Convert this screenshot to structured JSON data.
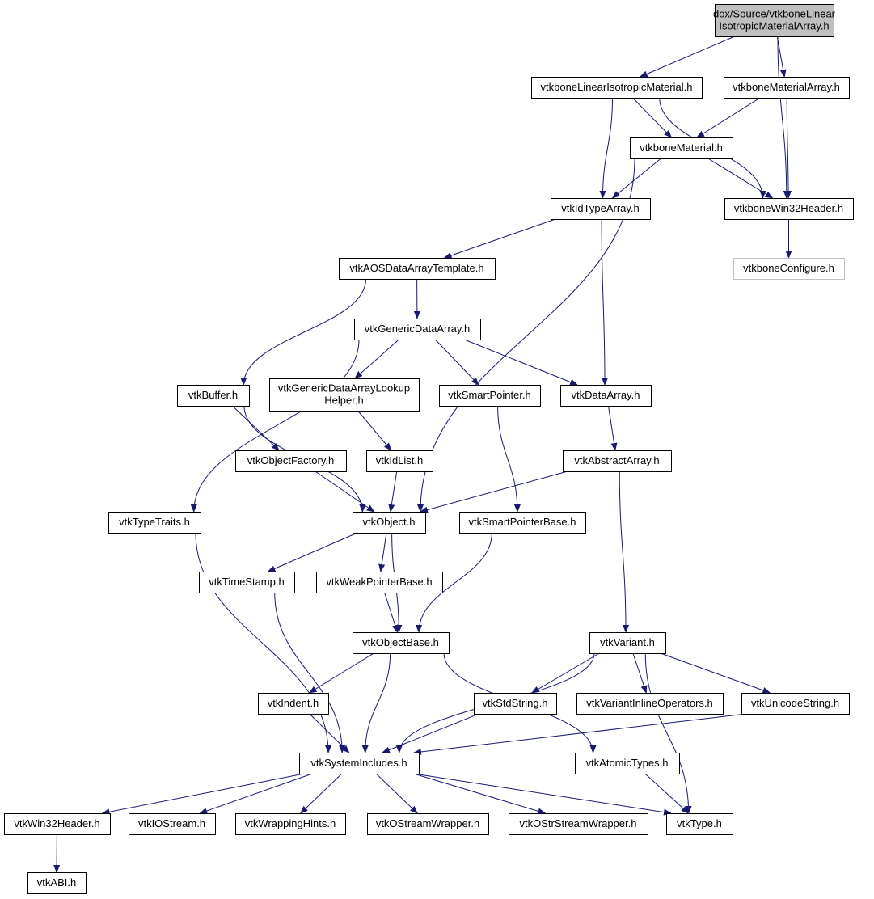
{
  "colors": {
    "edge": "#191970",
    "node_border": "#000000",
    "root_fill": "#bfbfbf",
    "missing_border": "#bfbfbf",
    "text": "#000000"
  },
  "nodes": {
    "root": {
      "lines": [
        "dox/Source/vtkboneLinear",
        "IsotropicMaterialArray.h"
      ],
      "kind": "root"
    },
    "linIso": {
      "lines": [
        "vtkboneLinearIsotropicMaterial.h"
      ]
    },
    "matArr": {
      "lines": [
        "vtkboneMaterialArray.h"
      ]
    },
    "mat": {
      "lines": [
        "vtkboneMaterial.h"
      ]
    },
    "idType": {
      "lines": [
        "vtkIdTypeArray.h"
      ]
    },
    "win32b": {
      "lines": [
        "vtkboneWin32Header.h"
      ]
    },
    "bconf": {
      "lines": [
        "vtkboneConfigure.h"
      ],
      "kind": "missing"
    },
    "aos": {
      "lines": [
        "vtkAOSDataArrayTemplate.h"
      ]
    },
    "gda": {
      "lines": [
        "vtkGenericDataArray.h"
      ]
    },
    "buf": {
      "lines": [
        "vtkBuffer.h"
      ]
    },
    "gdal": {
      "lines": [
        "vtkGenericDataArrayLookup",
        "Helper.h"
      ]
    },
    "sp": {
      "lines": [
        "vtkSmartPointer.h"
      ]
    },
    "da": {
      "lines": [
        "vtkDataArray.h"
      ]
    },
    "of": {
      "lines": [
        "vtkObjectFactory.h"
      ]
    },
    "idl": {
      "lines": [
        "vtkIdList.h"
      ]
    },
    "aa": {
      "lines": [
        "vtkAbstractArray.h"
      ]
    },
    "tt": {
      "lines": [
        "vtkTypeTraits.h"
      ]
    },
    "obj": {
      "lines": [
        "vtkObject.h"
      ]
    },
    "spb": {
      "lines": [
        "vtkSmartPointerBase.h"
      ]
    },
    "ts": {
      "lines": [
        "vtkTimeStamp.h"
      ]
    },
    "wpb": {
      "lines": [
        "vtkWeakPointerBase.h"
      ]
    },
    "ob": {
      "lines": [
        "vtkObjectBase.h"
      ]
    },
    "var": {
      "lines": [
        "vtkVariant.h"
      ]
    },
    "ind": {
      "lines": [
        "vtkIndent.h"
      ]
    },
    "ss": {
      "lines": [
        "vtkStdString.h"
      ]
    },
    "vio": {
      "lines": [
        "vtkVariantInlineOperators.h"
      ]
    },
    "us": {
      "lines": [
        "vtkUnicodeString.h"
      ]
    },
    "si": {
      "lines": [
        "vtkSystemIncludes.h"
      ]
    },
    "at": {
      "lines": [
        "vtkAtomicTypes.h"
      ]
    },
    "w32": {
      "lines": [
        "vtkWin32Header.h"
      ]
    },
    "ios": {
      "lines": [
        "vtkIOStream.h"
      ]
    },
    "wh": {
      "lines": [
        "vtkWrappingHints.h"
      ]
    },
    "osw": {
      "lines": [
        "vtkOStreamWrapper.h"
      ]
    },
    "ossw": {
      "lines": [
        "vtkOStrStreamWrapper.h"
      ]
    },
    "type": {
      "lines": [
        "vtkType.h"
      ]
    },
    "abi": {
      "lines": [
        "vtkABI.h"
      ]
    }
  },
  "edges": [
    [
      "root",
      "linIso"
    ],
    [
      "root",
      "matArr"
    ],
    [
      "root",
      "win32b"
    ],
    [
      "linIso",
      "mat"
    ],
    [
      "linIso",
      "idType"
    ],
    [
      "linIso",
      "win32b"
    ],
    [
      "matArr",
      "mat"
    ],
    [
      "matArr",
      "win32b"
    ],
    [
      "mat",
      "idType"
    ],
    [
      "mat",
      "win32b"
    ],
    [
      "mat",
      "obj"
    ],
    [
      "win32b",
      "bconf"
    ],
    [
      "idType",
      "aos"
    ],
    [
      "idType",
      "da"
    ],
    [
      "aos",
      "gda"
    ],
    [
      "aos",
      "buf"
    ],
    [
      "gda",
      "gdal"
    ],
    [
      "gda",
      "sp"
    ],
    [
      "gda",
      "da"
    ],
    [
      "gda",
      "tt"
    ],
    [
      "buf",
      "of"
    ],
    [
      "buf",
      "obj"
    ],
    [
      "gdal",
      "idl"
    ],
    [
      "sp",
      "spb"
    ],
    [
      "da",
      "aa"
    ],
    [
      "of",
      "obj"
    ],
    [
      "idl",
      "obj"
    ],
    [
      "aa",
      "obj"
    ],
    [
      "aa",
      "var"
    ],
    [
      "tt",
      "si"
    ],
    [
      "obj",
      "ts"
    ],
    [
      "obj",
      "wpb"
    ],
    [
      "obj",
      "ob"
    ],
    [
      "spb",
      "ob"
    ],
    [
      "wpb",
      "ob"
    ],
    [
      "ts",
      "si"
    ],
    [
      "ob",
      "ind"
    ],
    [
      "ob",
      "si"
    ],
    [
      "ob",
      "at"
    ],
    [
      "var",
      "ss"
    ],
    [
      "var",
      "vio"
    ],
    [
      "var",
      "us"
    ],
    [
      "var",
      "si"
    ],
    [
      "var",
      "type"
    ],
    [
      "ind",
      "si"
    ],
    [
      "ss",
      "si"
    ],
    [
      "us",
      "si"
    ],
    [
      "at",
      "type"
    ],
    [
      "si",
      "w32"
    ],
    [
      "si",
      "ios"
    ],
    [
      "si",
      "wh"
    ],
    [
      "si",
      "osw"
    ],
    [
      "si",
      "ossw"
    ],
    [
      "si",
      "type"
    ],
    [
      "w32",
      "abi"
    ]
  ]
}
